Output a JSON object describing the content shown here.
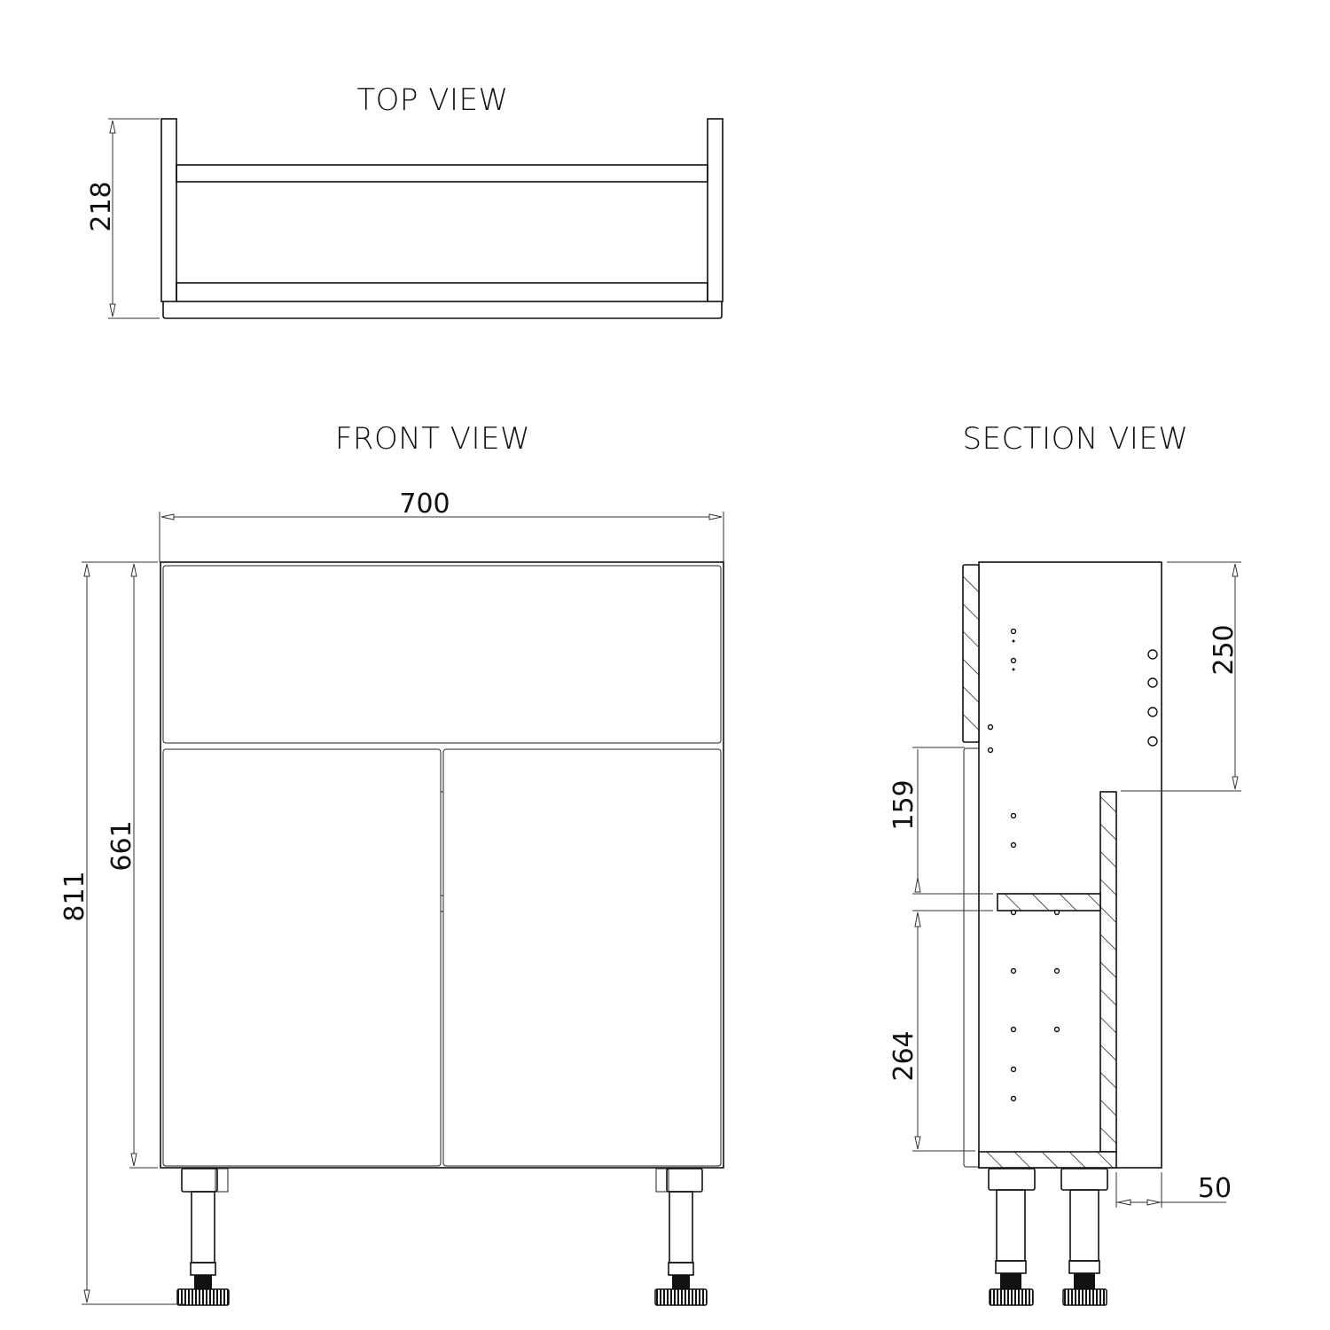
{
  "views": {
    "top": {
      "title": "TOP VIEW",
      "depth_dim": "218"
    },
    "front": {
      "title": "FRONT VIEW",
      "width_dim": "700",
      "overall_height_dim": "811",
      "carcass_height_dim": "661"
    },
    "section": {
      "title": "SECTION VIEW",
      "top_gap_dim": "250",
      "upper_shelf_dim": "159",
      "lower_space_dim": "264",
      "back_offset_dim": "50"
    }
  },
  "colors": {
    "line": "#111111",
    "background": "#ffffff"
  }
}
